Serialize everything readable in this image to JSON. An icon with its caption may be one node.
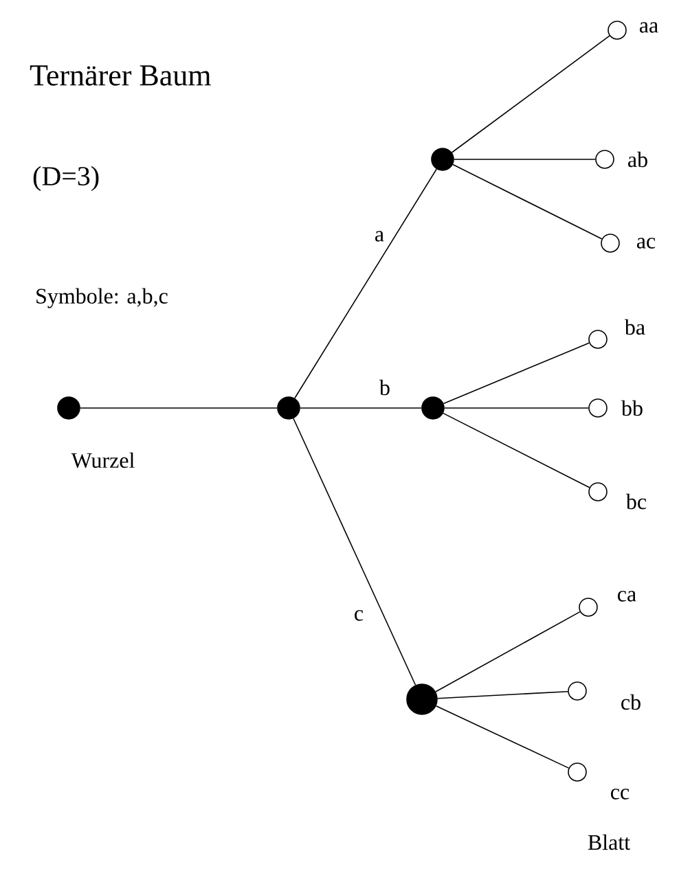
{
  "diagram": {
    "title": "Ternärer Baum",
    "nodes": [
      {
        "text": [],
        "shape": "circle",
        "beside": [
          "Wurzel"
        ]
      },
      {
        "text": [],
        "shape": "circle"
      },
      {
        "text": [],
        "shape": "circle"
      },
      {
        "text": [],
        "shape": "circle"
      },
      {
        "text": [],
        "shape": "circle"
      },
      {
        "text": [],
        "shape": "circle",
        "beside": [
          "aa"
        ]
      },
      {
        "text": [],
        "shape": "circle",
        "beside": [
          "ab"
        ]
      },
      {
        "text": [],
        "shape": "circle",
        "beside": [
          "ac"
        ]
      },
      {
        "text": [],
        "shape": "circle",
        "beside": [
          "ba"
        ]
      },
      {
        "text": [],
        "shape": "circle",
        "beside": [
          "bb"
        ]
      },
      {
        "text": [],
        "shape": "circle",
        "beside": [
          "bc"
        ]
      },
      {
        "text": [],
        "shape": "circle",
        "beside": [
          "ca"
        ]
      },
      {
        "text": [],
        "shape": "circle",
        "beside": [
          "cb"
        ]
      },
      {
        "text": [],
        "shape": "circle",
        "beside": [
          "cc"
        ]
      }
    ],
    "edges": [
      {
        "from": 0,
        "to": 1,
        "arrow": "none"
      },
      {
        "from": 1,
        "to": 2,
        "arrow": "none",
        "label": "a"
      },
      {
        "from": 1,
        "to": 3,
        "arrow": "none",
        "label": "b"
      },
      {
        "from": 1,
        "to": 4,
        "arrow": "none",
        "label": "c"
      },
      {
        "from": 2,
        "to": 5,
        "arrow": "none"
      },
      {
        "from": 2,
        "to": 6,
        "arrow": "none"
      },
      {
        "from": 2,
        "to": 7,
        "arrow": "none"
      },
      {
        "from": 3,
        "to": 8,
        "arrow": "none"
      },
      {
        "from": 3,
        "to": 9,
        "arrow": "none"
      },
      {
        "from": 3,
        "to": 10,
        "arrow": "none"
      },
      {
        "from": 4,
        "to": 11,
        "arrow": "none"
      },
      {
        "from": 4,
        "to": 12,
        "arrow": "none"
      },
      {
        "from": 4,
        "to": 13,
        "arrow": "none"
      }
    ],
    "labels": [
      "(D=3)",
      "Symbole: a,b,c",
      "Blatt"
    ]
  }
}
